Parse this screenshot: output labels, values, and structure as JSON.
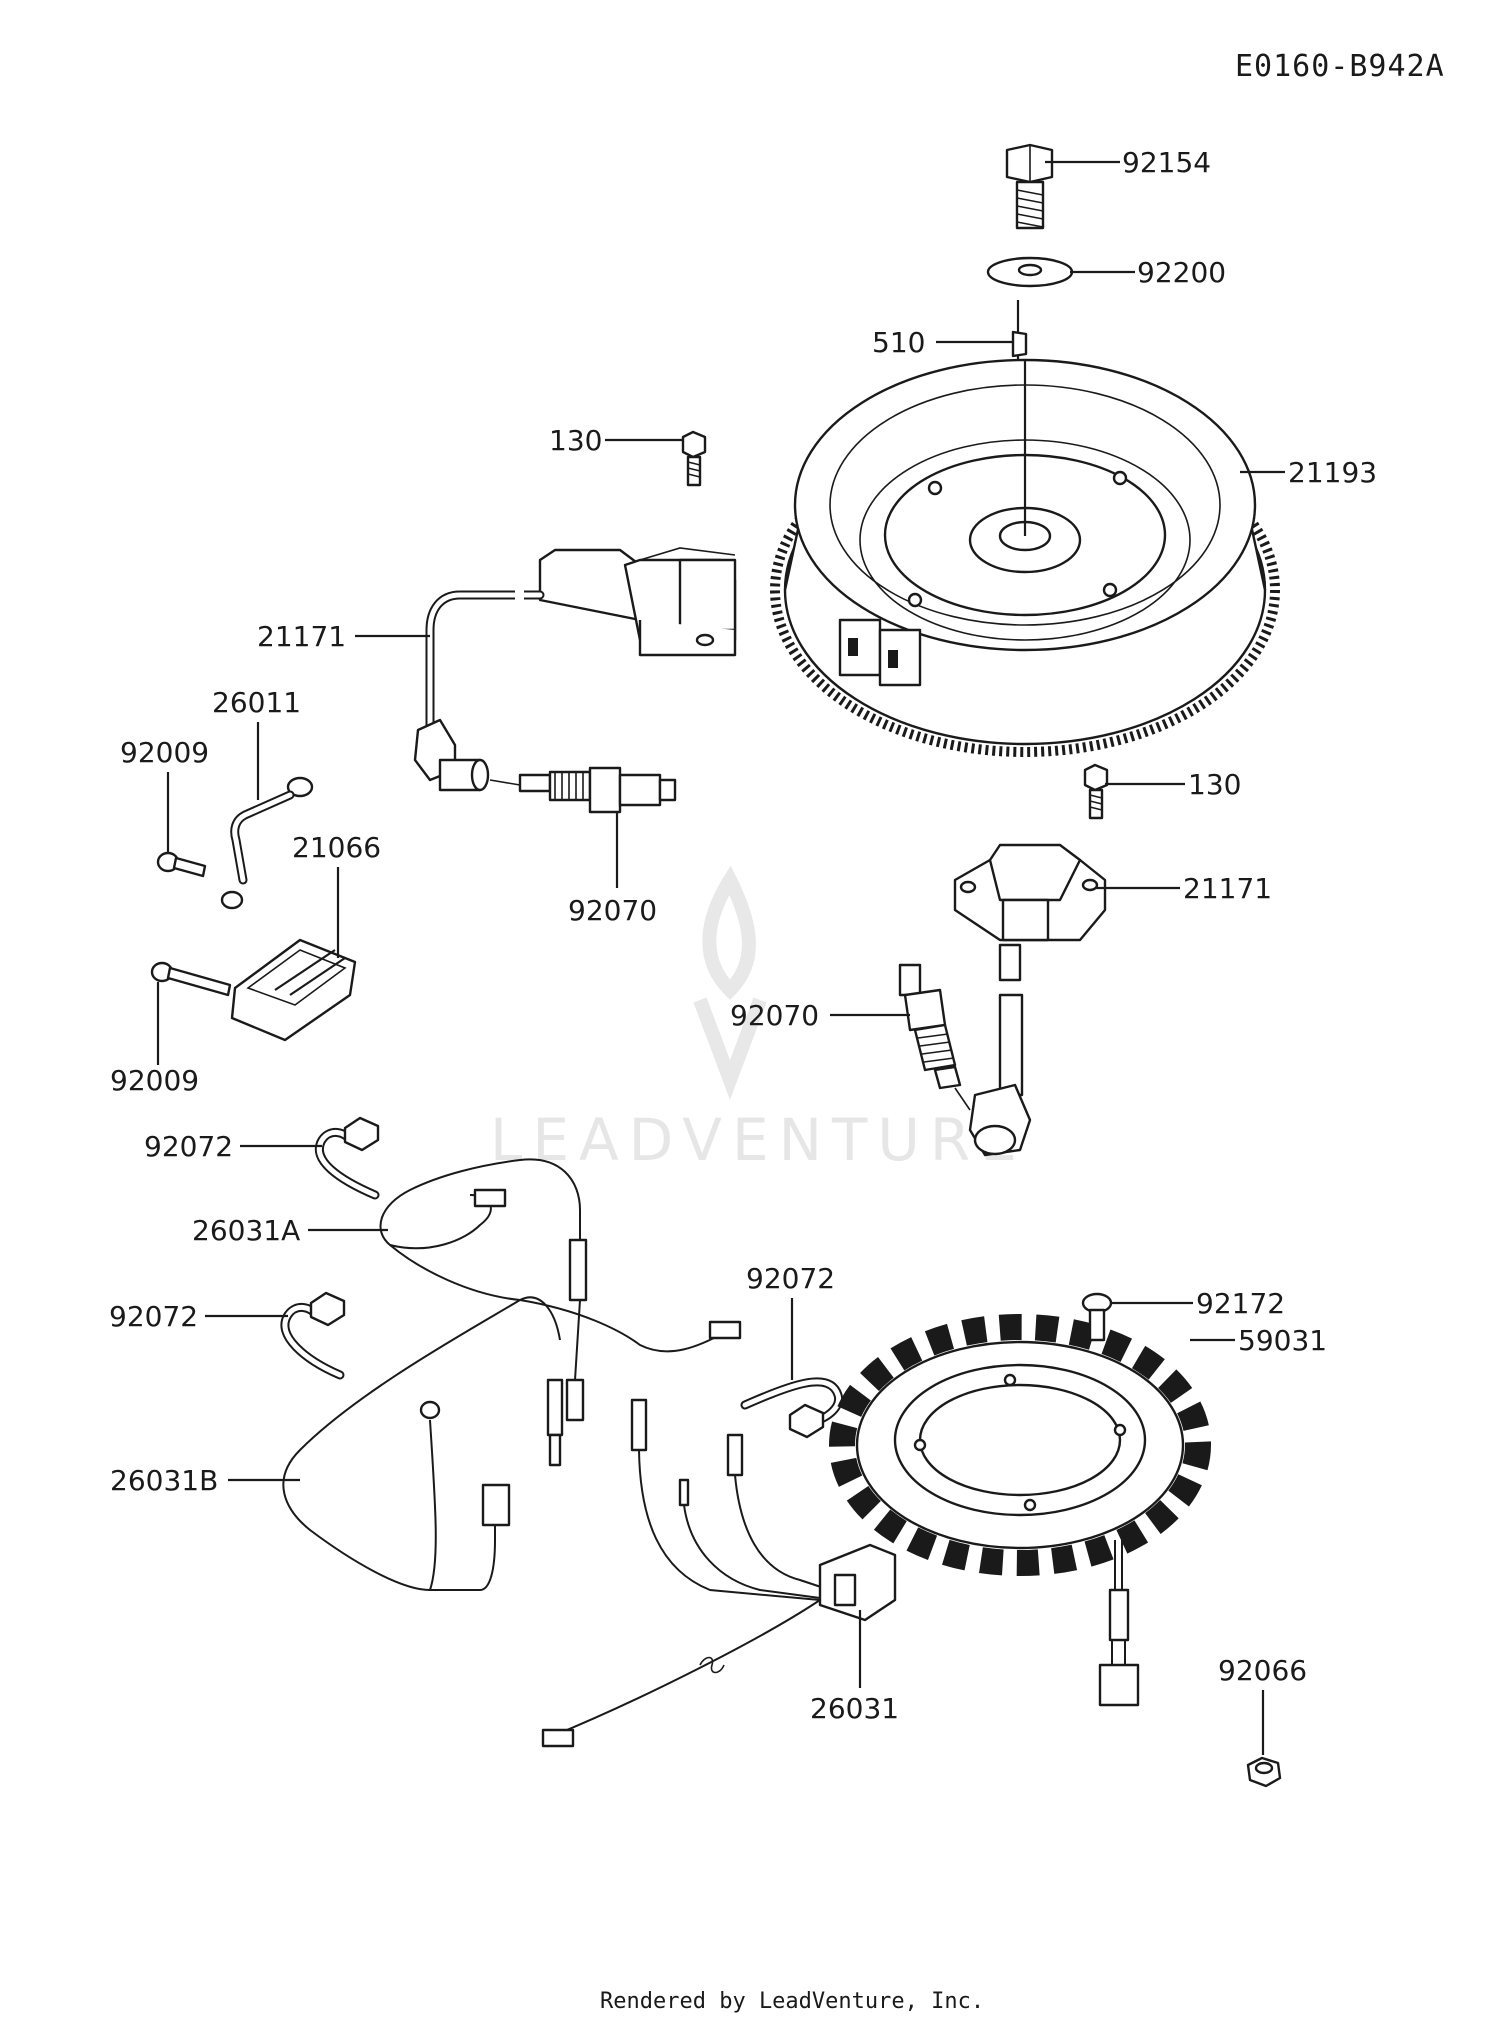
{
  "diagram": {
    "drawing_code": "E0160-B942A",
    "footer": "Rendered by LeadVenture, Inc.",
    "watermark": "LEADVENTURE",
    "callouts": [
      {
        "id": "c-92154",
        "label": "92154"
      },
      {
        "id": "c-92200",
        "label": "92200"
      },
      {
        "id": "c-510",
        "label": "510"
      },
      {
        "id": "c-130-top",
        "label": "130"
      },
      {
        "id": "c-21193",
        "label": "21193"
      },
      {
        "id": "c-21171-left",
        "label": "21171"
      },
      {
        "id": "c-26011",
        "label": "26011"
      },
      {
        "id": "c-92009-top",
        "label": "92009"
      },
      {
        "id": "c-21066",
        "label": "21066"
      },
      {
        "id": "c-92070-left",
        "label": "92070"
      },
      {
        "id": "c-130-right",
        "label": "130"
      },
      {
        "id": "c-21171-right",
        "label": "21171"
      },
      {
        "id": "c-92070-right",
        "label": "92070"
      },
      {
        "id": "c-92009-bottom",
        "label": "92009"
      },
      {
        "id": "c-92072-a",
        "label": "92072"
      },
      {
        "id": "c-26031A",
        "label": "26031A"
      },
      {
        "id": "c-92072-b",
        "label": "92072"
      },
      {
        "id": "c-92072-c",
        "label": "92072"
      },
      {
        "id": "c-92172",
        "label": "92172"
      },
      {
        "id": "c-59031",
        "label": "59031"
      },
      {
        "id": "c-26031B",
        "label": "26031B"
      },
      {
        "id": "c-26031",
        "label": "26031"
      },
      {
        "id": "c-92066",
        "label": "92066"
      }
    ]
  }
}
